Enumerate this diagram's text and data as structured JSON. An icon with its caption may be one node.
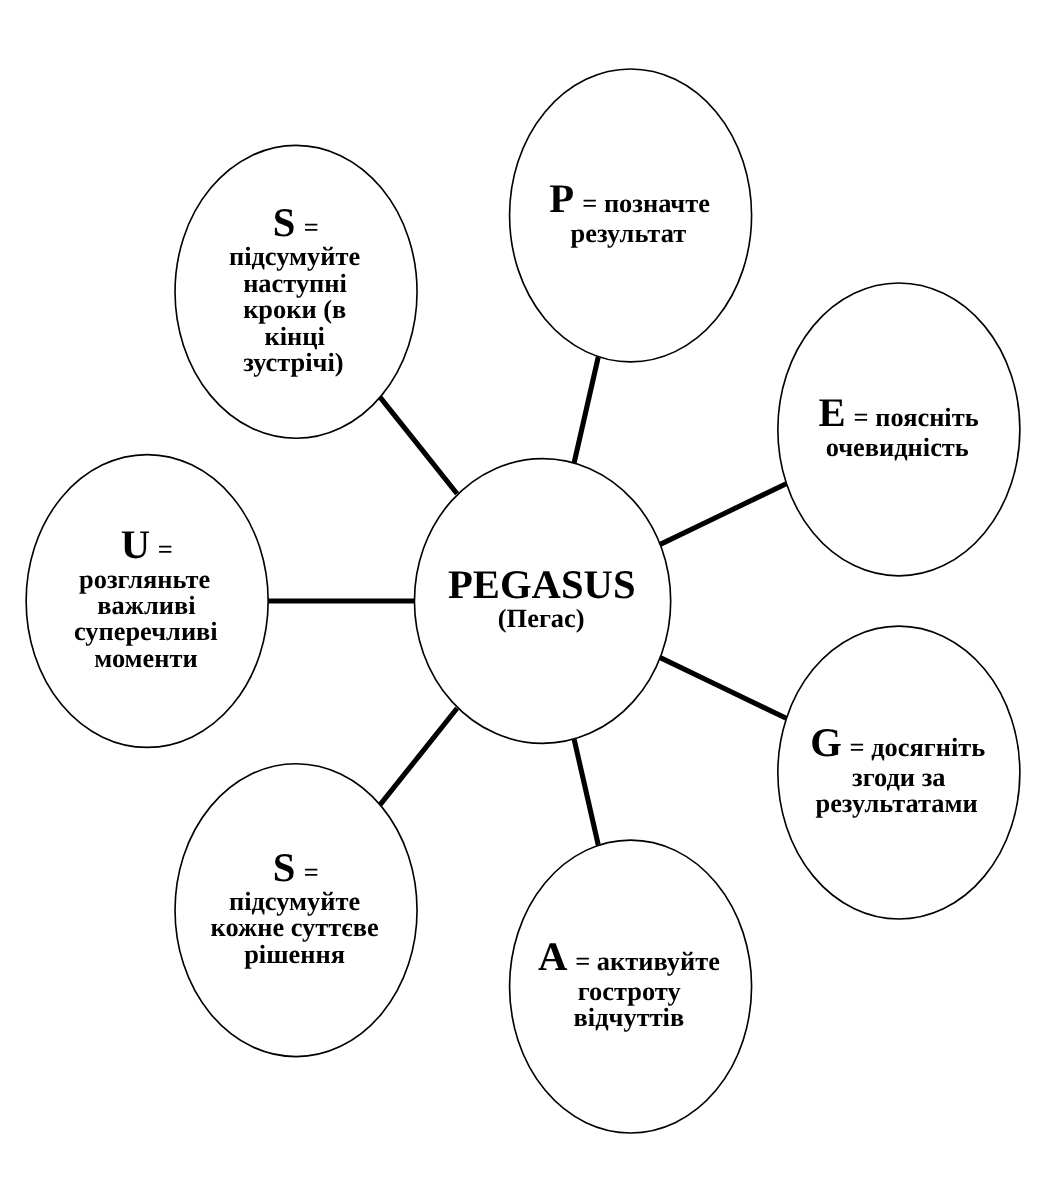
{
  "diagram": {
    "nodes": [
      {
        "text": [
          "PEGASUS",
          "(Пегас)"
        ]
      },
      {
        "text": [
          "P = позначте результат"
        ]
      },
      {
        "text": [
          "E = поясніть очевидність"
        ]
      },
      {
        "text": [
          "G = досягніть згоди за результатами"
        ]
      },
      {
        "text": [
          "A = активуйте гостроту відчуттів"
        ]
      },
      {
        "text": [
          "S = підсумуйте кожне суттєве рішення"
        ]
      },
      {
        "text": [
          "U = розгляньте важливі суперечливі моменти"
        ]
      },
      {
        "text": [
          "S = підсумуйте наступні кроки (в кінці зустрічі)"
        ]
      }
    ],
    "edges": [
      {
        "from": 0,
        "to": 1,
        "arrow": "none"
      },
      {
        "from": 0,
        "to": 2,
        "arrow": "none"
      },
      {
        "from": 0,
        "to": 3,
        "arrow": "none"
      },
      {
        "from": 0,
        "to": 4,
        "arrow": "none"
      },
      {
        "from": 0,
        "to": 5,
        "arrow": "none"
      },
      {
        "from": 0,
        "to": 6,
        "arrow": "none"
      },
      {
        "from": 0,
        "to": 7,
        "arrow": "none"
      }
    ]
  }
}
